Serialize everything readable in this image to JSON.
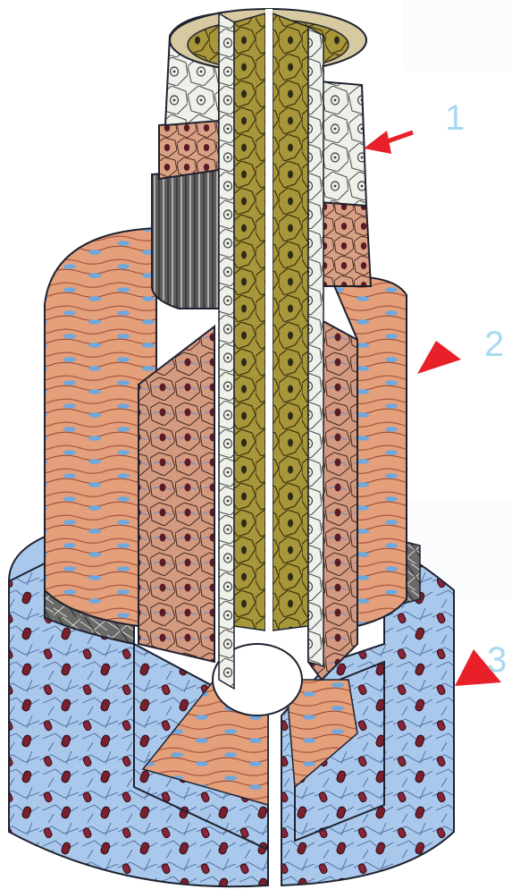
{
  "labels": {
    "one": "1",
    "two": "2",
    "three": "3"
  },
  "colors": {
    "layer1_yellow": "#9c8a2c",
    "layer2_pink": "#e2a17a",
    "layer3_blue": "#a7c7ec",
    "nucleus_red": "#7a1f2e",
    "nucleus_blue": "#6fa8dc",
    "arrow_red": "#e8202a",
    "label_blue": "#a9d9f2"
  },
  "icons": [
    "red-arrow-icon",
    "red-triangle-icon",
    "red-triangle-icon"
  ]
}
